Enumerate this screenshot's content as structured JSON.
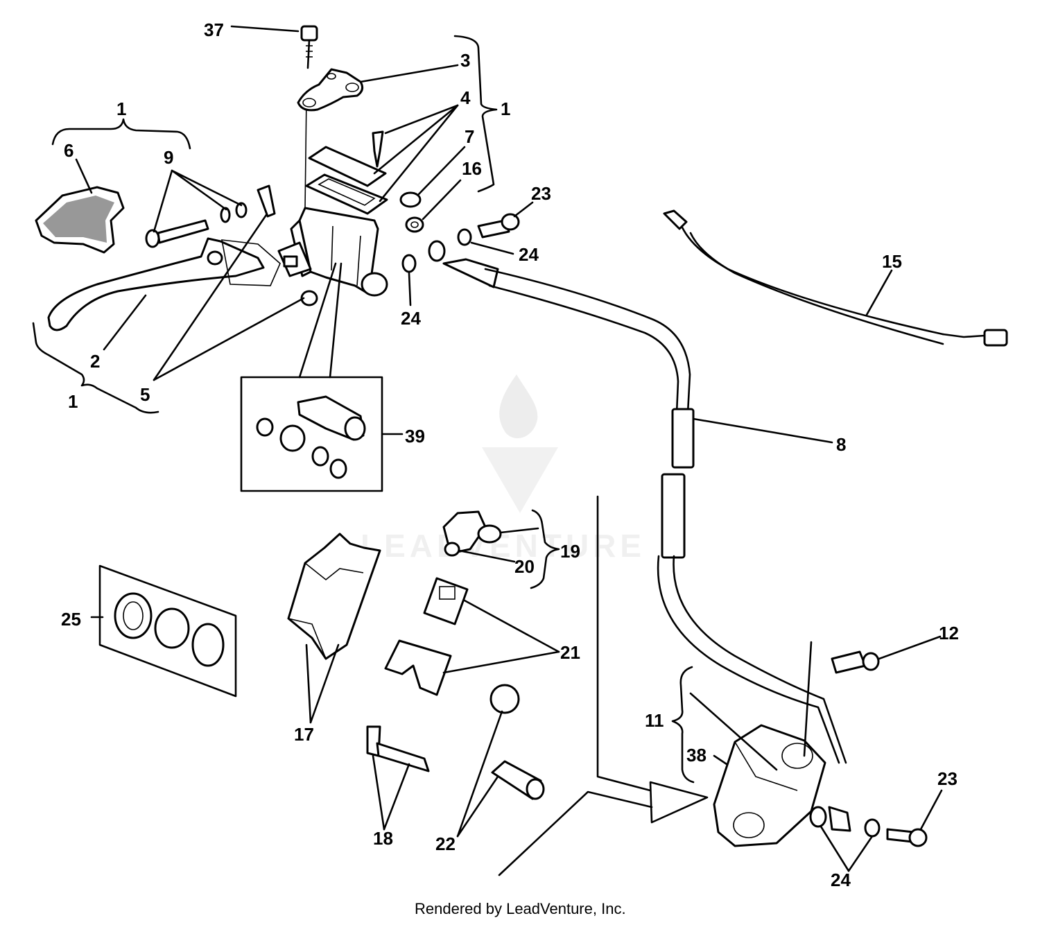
{
  "callouts": {
    "c37": "37",
    "c3": "3",
    "c4": "4",
    "c1_top_right": "1",
    "c7": "7",
    "c16": "16",
    "c1_top_left": "1",
    "c6": "6",
    "c9": "9",
    "c23_top": "23",
    "c24_mid": "24",
    "c24_left": "24",
    "c15": "15",
    "c2": "2",
    "c1_left": "1",
    "c5": "5",
    "c39": "39",
    "c8": "8",
    "c19": "19",
    "c20": "20",
    "c25": "25",
    "c21": "21",
    "c17": "17",
    "c12": "12",
    "c11": "11",
    "c38": "38",
    "c23_bottom": "23",
    "c18": "18",
    "c22": "22",
    "c24_bottom": "24"
  },
  "watermark": "LEADVENTURE",
  "footer": "Rendered by LeadVenture, Inc."
}
